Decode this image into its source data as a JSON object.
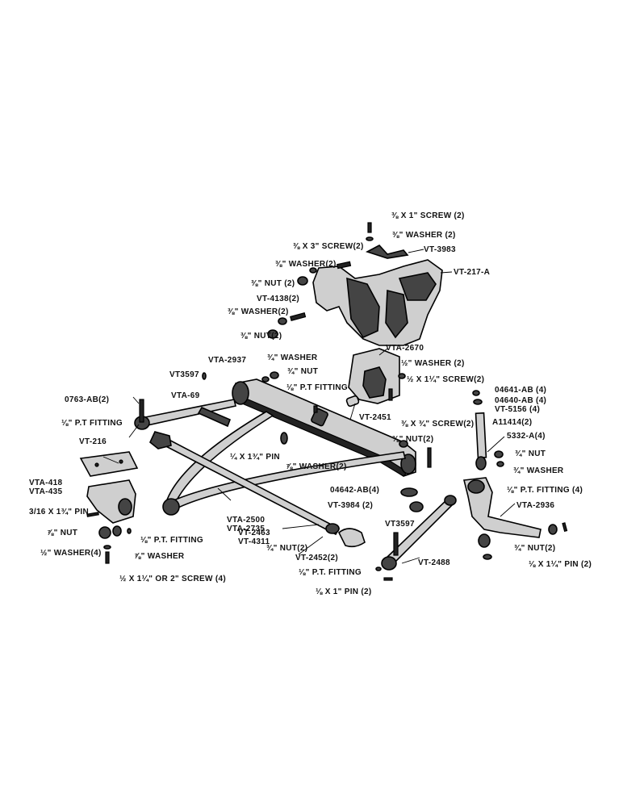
{
  "labels": {
    "screw_5_16x1": "⅜ X 1\" SCREW (2)",
    "washer_3_8": "⅜\" WASHER (2)",
    "vt3983": "VT-3983",
    "screw_3_8x3": "⅜ X 3\" SCREW(2)",
    "washer_3_8_b": "⅜\" WASHER(2)",
    "vt217a": "VT-217-A",
    "nut_3_8": "⅜\" NUT (2)",
    "vt4138": "VT-4138(2)",
    "washer_3_8_c": "⅜\" WASHER(2)",
    "nut_3_8_b": "⅜\" NUT(2)",
    "vta2937": "VTA-2937",
    "washer_3_4": "¾\" WASHER",
    "nut_3_4": "¾\" NUT",
    "vt3597": "VT3597",
    "vta2670": "VTA-2670",
    "washer_1_2": "½\" WASHER (2)",
    "screw_1_2x1_1_4": "½ X 1¼\" SCREW(2)",
    "pt_fitting_a": "⅛\" P.T FITTING",
    "o763": "0763-AB(2)",
    "vta69": "VTA-69",
    "o4641": "04641-AB (4)",
    "o4640": "04640-AB (4)",
    "vt5156": "VT-5156 (4)",
    "pt_fitting_b": "⅛\" P.T FITTING",
    "vt2451": "VT-2451",
    "a11414": "A11414(2)",
    "screw_3_8x3_4": "⅜ X ¾\" SCREW(2)",
    "nut_3_8_c": "⅜\" NUT(2)",
    "p5332": "5332-A(4)",
    "vt216": "VT-216",
    "pin_1_4x1_3_4": "¼ X 1¾\" PIN",
    "washer_7_8": "⅞\" WASHER(2)",
    "nut_3_4_b": "¾\" NUT",
    "washer_3_4_b": "¾\" WASHER",
    "pt_fitting_c": "⅛\" P.T. FITTING (4)",
    "vta418": "VTA-418",
    "vta435": "VTA-435",
    "o4642": "04642-AB(4)",
    "pin_3_16x1_3_4": "3/16 X 1¾\" PIN",
    "vt3984": "VT-3984 (2)",
    "vta2936": "VTA-2936",
    "vta2500": "VTA-2500",
    "vta2735": "VTA-2735",
    "nut_7_8": "⅞\" NUT",
    "vt2463": "VT-2463",
    "vt4311": "VT-4311",
    "vt3597b": "VT3597",
    "pt_fitting_d": "⅛\" P.T. FITTING",
    "washer_7_8_b": "⅞\" WASHER",
    "nut_3_4_c": "¾\" NUT(2)",
    "nut_3_4_d": "¾\" NUT(2)",
    "pin_1_8x1_1_4": "⅛ X 1¼\" PIN (2)",
    "washer_1_2_b": "½\" WASHER(4)",
    "vt2452": "VT-2452(2)",
    "vt2488": "VT-2488",
    "pt_fitting_e": "⅛\" P.T. FITTING",
    "screw_1_2x1_1_4_or2": "½ X 1¼\" OR 2\" SCREW (4)",
    "pin_1_8x1": "⅛ X 1\" PIN (2)"
  }
}
